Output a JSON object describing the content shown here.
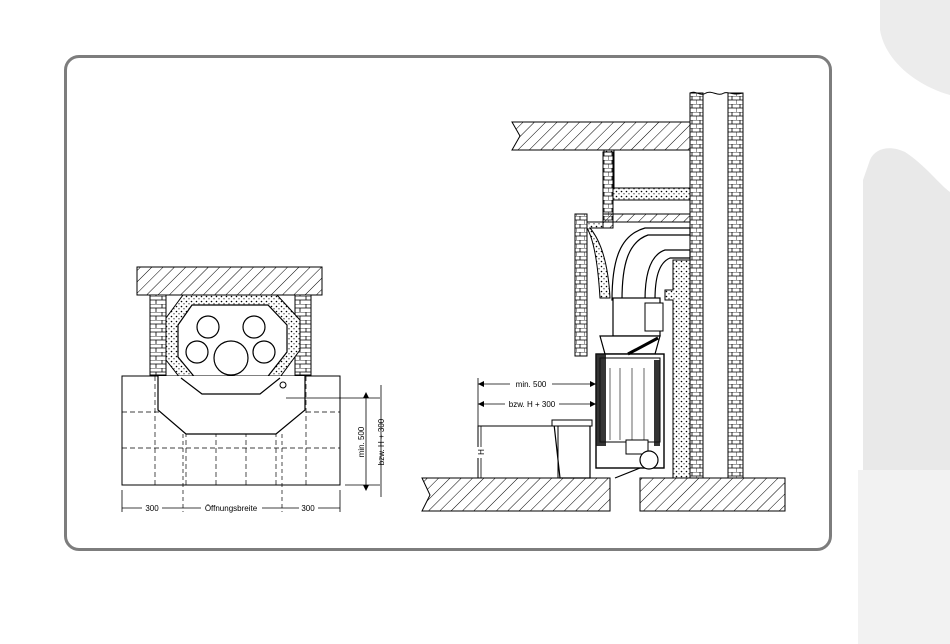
{
  "plan_view": {
    "dim_left": "300",
    "dim_opening": "Öffnungsbreite",
    "dim_right": "300",
    "dim_min": "min. 500",
    "dim_h": "bzw. H + 300"
  },
  "section_view": {
    "dim_min": "min. 500",
    "dim_h": "bzw. H + 300",
    "dim_height": "H"
  },
  "colors": {
    "frame_border": "#7d7d7d",
    "decor_gray": "#e9e9e9",
    "line": "#000000"
  }
}
